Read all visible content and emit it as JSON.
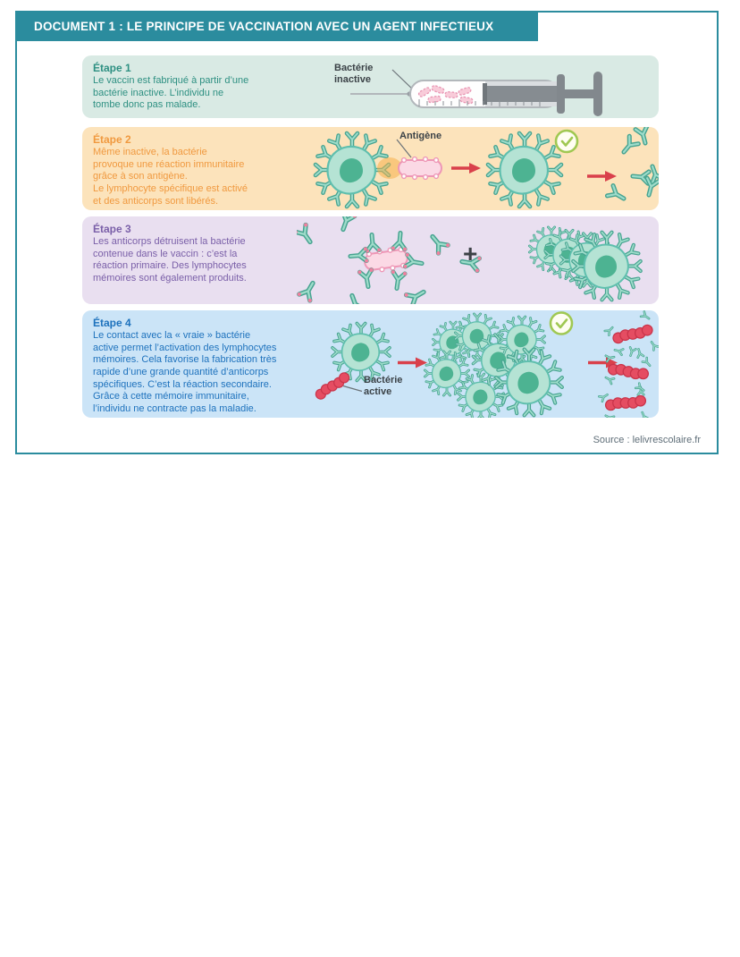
{
  "document": {
    "title": "DOCUMENT 1 : LE PRINCIPE DE VACCINATION AVEC UN AGENT INFECTIEUX",
    "source": "Source : lelivrescolaire.fr"
  },
  "steps": [
    {
      "label": "Étape 1",
      "text": "Le vaccin est fabriqué à partir d’une\nbactérie inactive. L’individu ne\ntombe donc pas malade.",
      "callout": "Bactérie inactive"
    },
    {
      "label": "Étape 2",
      "text": "Même inactive, la bactérie\nprovoque une réaction immunitaire\ngrâce à son antigène.\nLe lymphocyte spécifique est activé\net des anticorps sont libérés.",
      "callout": "Antigène"
    },
    {
      "label": "Étape 3",
      "text": "Les anticorps détruisent la bactérie\ncontenue dans le vaccin : c’est la\nréaction primaire. Des lymphocytes\nmémoires sont également produits.",
      "plus": "+"
    },
    {
      "label": "Étape 4",
      "text": "Le contact avec la « vraie » bactérie\nactive permet l’activation des lymphocytes\nmémoires. Cela favorise la fabrication très\nrapide d’une grande quantité d’anticorps\nspécifiques. C’est la réaction secondaire.\nGrâce à cette mémoire immunitaire,\nl’individu ne contracte pas la maladie.",
      "callout": "Bactérie active"
    }
  ],
  "colors": {
    "header_teal": "#2b8c9e",
    "step1_bg": "#d9eae4",
    "step1_text": "#2e9082",
    "step2_bg": "#fce3bb",
    "step2_text": "#f0993f",
    "step3_bg": "#e9dff0",
    "step3_text": "#7a5fa8",
    "step4_bg": "#cbe4f7",
    "step4_text": "#1e72bd",
    "cell_body": "#b5e3d4",
    "cell_outline": "#5fbfae",
    "cell_nucleus": "#4db392",
    "antibody_teal": "#46a390",
    "bacteria_pink": "#ee97b6",
    "bacteria_red": "#e54d62",
    "arrow_red": "#d9404b",
    "check_green": "#a0c852",
    "syringe_gray": "#82888d"
  }
}
